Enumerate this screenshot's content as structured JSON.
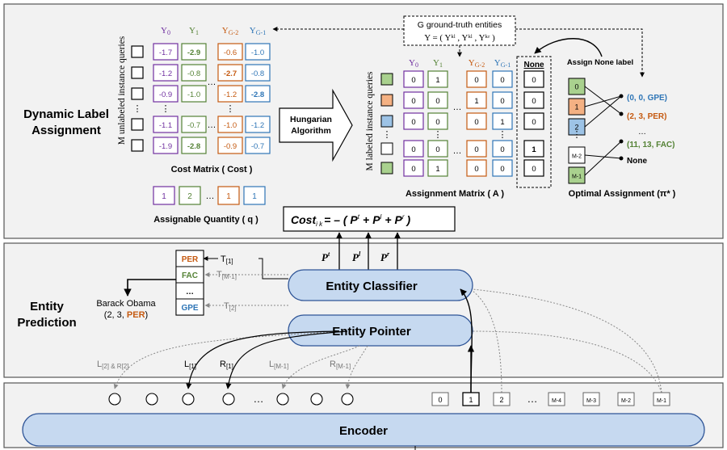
{
  "colors": {
    "panel_fill": "#f2f2f2",
    "panel_stroke": "#555555",
    "purple": "#7030a0",
    "green": "#548235",
    "orange": "#c55a11",
    "blue": "#2e75b6",
    "pill_fill": "#c6d9f0",
    "pill_stroke": "#2f5597",
    "box_green": "#a9d18e",
    "box_orange": "#f4b183",
    "box_blue": "#9dc3e6"
  },
  "sections": {
    "dla_line1": "Dynamic Label",
    "dla_line2": "Assignment",
    "ep_line1": "Entity",
    "ep_line2": "Prediction"
  },
  "cost": {
    "headers": [
      {
        "main": "Y",
        "sub": "0"
      },
      {
        "main": "Y",
        "sub": "1"
      },
      {
        "main": "Y",
        "sub": "G-2"
      },
      {
        "main": "Y",
        "sub": "G-1"
      }
    ],
    "rows": [
      [
        "-1.7",
        "-2.9",
        "-0.6",
        "-1.0"
      ],
      [
        "-1.2",
        "-0.8",
        "-2.7",
        "-0.8"
      ],
      [
        "-0.9",
        "-1.0",
        "-1.2",
        "-2.8"
      ],
      [
        "-1.1",
        "-0.7",
        "-1.0",
        "-1.2"
      ],
      [
        "-1.9",
        "-2.8",
        "-0.9",
        "-0.7"
      ]
    ],
    "bold": [
      [
        0,
        1
      ],
      [
        1,
        2
      ],
      [
        2,
        3
      ],
      [
        4,
        1
      ]
    ],
    "side_label": "M unlabeled instance queries",
    "caption": "Cost Matrix ( Cost )",
    "dots": "…",
    "vdots": "⋮"
  },
  "quantity": {
    "values": [
      "1",
      "2",
      "1",
      "1"
    ],
    "caption": "Assignable Quantity ( q )"
  },
  "hungarian": {
    "line1": "Hungarian",
    "line2": "Algorithm"
  },
  "gt": {
    "line1": "G ground-truth entities",
    "line2": "Y = ( Yᵏˡ , Yᵏˡ , Yᵏʳ )"
  },
  "assign": {
    "headers": [
      {
        "main": "Y",
        "sub": "0"
      },
      {
        "main": "Y",
        "sub": "1"
      },
      {
        "main": "Y",
        "sub": "G-2"
      },
      {
        "main": "Y",
        "sub": "G-1"
      }
    ],
    "rows": [
      [
        "0",
        "1",
        "0",
        "0"
      ],
      [
        "0",
        "0",
        "1",
        "0"
      ],
      [
        "0",
        "0",
        "0",
        "1"
      ],
      [
        "0",
        "0",
        "0",
        "0"
      ],
      [
        "0",
        "1",
        "0",
        "0"
      ]
    ],
    "none_header": "None",
    "none_col": [
      "0",
      "0",
      "0",
      "1",
      "0"
    ],
    "side_label": "M labeled instance queries",
    "caption": "Assignment Matrix ( A )"
  },
  "assign_none_label": "Assign None label",
  "optimal": {
    "queries": [
      "0",
      "1",
      "2",
      "⋮",
      "M-2",
      "M-1"
    ],
    "targets": [
      "(0, 0, GPE)",
      "(2, 3, PER)",
      "…",
      "(11, 13, FAC)",
      "None"
    ],
    "caption": "Optimal Assignment (π* )"
  },
  "cost_formula": {
    "lhs": "Cost",
    "lhs_sub": "i k",
    "rhs": "= – ( P",
    "plus": "+",
    "close": ")"
  },
  "prob_labels": [
    "P",
    "P",
    "P"
  ],
  "prob_sups": [
    "t",
    "l",
    "r"
  ],
  "classifier_label": "Entity Classifier",
  "pointer_label": "Entity Pointer",
  "encoder_label": "Encoder",
  "types": [
    "PER",
    "FAC",
    "…",
    "GPE"
  ],
  "type_inputs": [
    {
      "main": "T",
      "sub": "[1]"
    },
    {
      "main": "T",
      "sub": "[M-1]"
    },
    {
      "main": "T",
      "sub": "[2]"
    }
  ],
  "result": {
    "line1": "Barack Obama",
    "line2_prefix": "(2, 3, ",
    "line2_type": "PER",
    "line2_suffix": ")"
  },
  "pointer_outputs": [
    {
      "main": "L",
      "sub": "[2] & R[2]"
    },
    {
      "main": "L",
      "sub": "[1]"
    },
    {
      "main": "R",
      "sub": "[1]"
    },
    {
      "main": "L",
      "sub": "[M-1]"
    },
    {
      "main": "R",
      "sub": "[M-1]"
    }
  ],
  "query_boxes": [
    "0",
    "1",
    "2",
    "…",
    "M-4",
    "M-3",
    "M-2",
    "M-1"
  ],
  "token_dots": "…"
}
